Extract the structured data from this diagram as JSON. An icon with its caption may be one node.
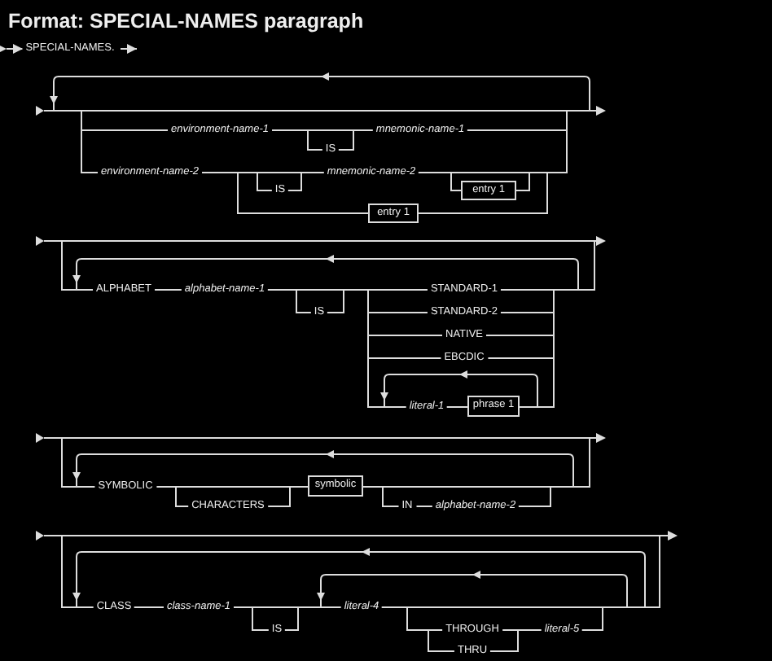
{
  "diagram": {
    "title": "Format: SPECIAL-NAMES paragraph",
    "nodes": [
      {
        "text": [
          "entry 1"
        ]
      },
      {
        "text": [
          "entry 1"
        ]
      },
      {
        "text": [
          "phrase 1"
        ]
      },
      {
        "text": [
          "symbolic"
        ]
      }
    ],
    "labels": [
      "SPECIAL-NAMES.",
      "environment-name-1",
      "IS",
      "mnemonic-name-1",
      "environment-name-2",
      "IS",
      "mnemonic-name-2",
      "ALPHABET",
      "alphabet-name-1",
      "IS",
      "STANDARD-1",
      "STANDARD-2",
      "NATIVE",
      "EBCDIC",
      "literal-1",
      "SYMBOLIC",
      "CHARACTERS",
      "IN",
      "alphabet-name-2",
      "CLASS",
      "class-name-1",
      "IS",
      "literal-4",
      "THROUGH",
      "literal-5",
      "THRU"
    ]
  }
}
